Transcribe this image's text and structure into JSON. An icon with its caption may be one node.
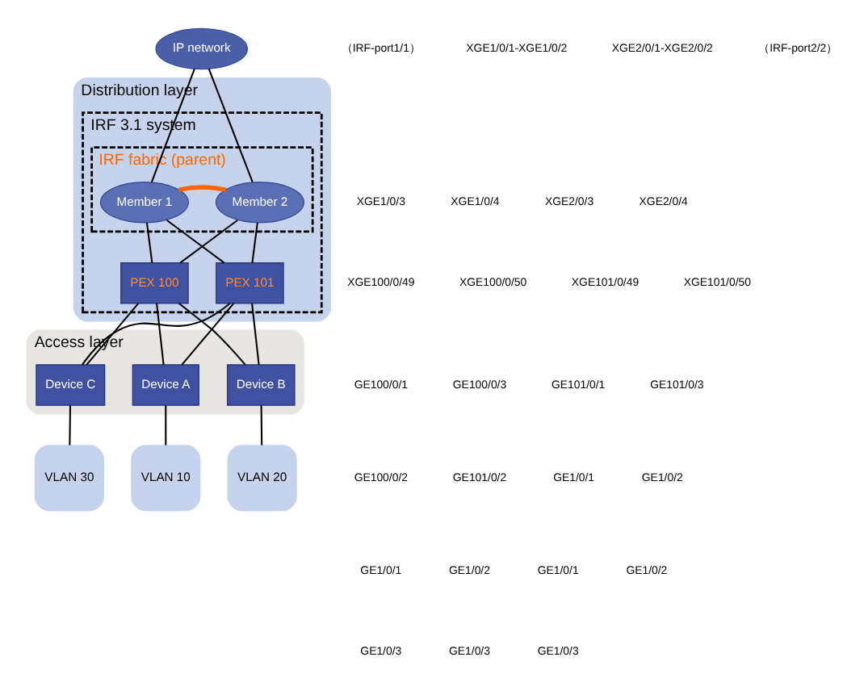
{
  "diagram": {
    "nodes": [
      {
        "text": [
          "IP network"
        ]
      },
      {
        "text": [
          "Distribution layer"
        ]
      },
      {
        "text": [
          "IRF 3.1 system"
        ],
        "in": 1
      },
      {
        "text": [
          "IRF fabric (parent)"
        ],
        "in": 2
      },
      {
        "text": [
          "Member 1"
        ],
        "in": 3
      },
      {
        "text": [
          "Member 2"
        ],
        "in": 3
      },
      {
        "text": [
          "PEX 100"
        ],
        "in": 2
      },
      {
        "text": [
          "PEX 101"
        ],
        "in": 2
      },
      {
        "text": [
          "Access layer"
        ]
      },
      {
        "text": [
          "Device A"
        ],
        "in": 8
      },
      {
        "text": [
          "Device B"
        ],
        "in": 8
      },
      {
        "text": [
          "Device C"
        ],
        "in": 8
      },
      {
        "text": [
          "VLAN 10"
        ]
      },
      {
        "text": [
          "VLAN 20"
        ]
      },
      {
        "text": [
          "VLAN 30"
        ]
      }
    ],
    "edges": [
      {
        "from": 0,
        "to": 4,
        "arrow": "none"
      },
      {
        "from": 0,
        "to": 5,
        "arrow": "none"
      },
      {
        "from": 4,
        "to": 5,
        "arrow": "none",
        "style": "thick",
        "color": "#ff6600"
      },
      {
        "from": 4,
        "to": 6,
        "arrow": "none"
      },
      {
        "from": 4,
        "to": 7,
        "arrow": "none"
      },
      {
        "from": 5,
        "to": 6,
        "arrow": "none"
      },
      {
        "from": 5,
        "to": 7,
        "arrow": "none"
      },
      {
        "from": 6,
        "to": 9,
        "arrow": "none"
      },
      {
        "from": 6,
        "to": 10,
        "arrow": "none"
      },
      {
        "from": 6,
        "to": 11,
        "arrow": "none"
      },
      {
        "from": 7,
        "to": 9,
        "arrow": "none"
      },
      {
        "from": 7,
        "to": 10,
        "arrow": "none"
      },
      {
        "from": 7,
        "to": 11,
        "arrow": "none"
      },
      {
        "from": 9,
        "to": 12,
        "arrow": "none"
      },
      {
        "from": 10,
        "to": 13,
        "arrow": "none"
      },
      {
        "from": 11,
        "to": 14,
        "arrow": "none"
      }
    ],
    "labels": [
      "（IRF-port1/1）",
      "XGE1/0/1-XGE1/0/2",
      "XGE2/0/1-XGE2/0/2",
      "（IRF-port2/2）",
      "XGE1/0/3",
      "XGE1/0/4",
      "XGE2/0/3",
      "XGE2/0/4",
      "XGE100/0/49",
      "XGE100/0/50",
      "XGE101/0/49",
      "XGE101/0/50",
      "GE100/0/1",
      "GE100/0/3",
      "GE101/0/1",
      "GE101/0/3",
      "GE100/0/2",
      "GE101/0/2",
      "GE1/0/1",
      "GE1/0/2",
      "GE1/0/1",
      "GE1/0/2",
      "GE1/0/1",
      "GE1/0/2",
      "GE1/0/3",
      "GE1/0/3",
      "GE1/0/3"
    ]
  }
}
